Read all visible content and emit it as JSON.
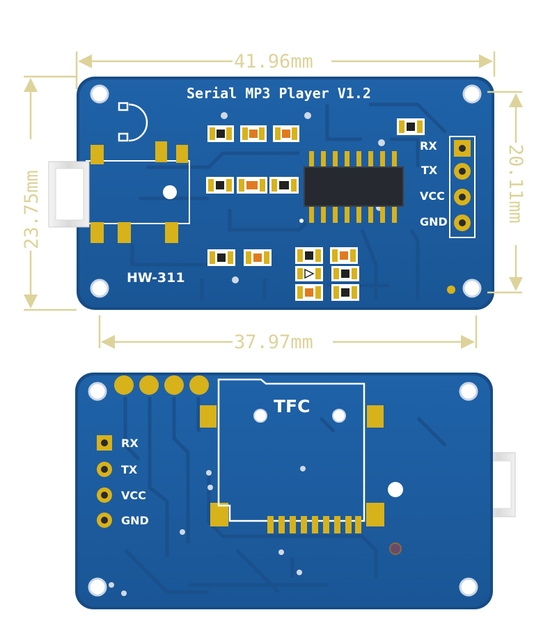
{
  "dimensions": {
    "top_width": "41.96mm",
    "bottom_width": "37.97mm",
    "left_height": "23.75mm",
    "right_height": "20.11mm"
  },
  "front": {
    "title": "Serial MP3 Player V1.2",
    "model": "HW-311",
    "pins": [
      "RX",
      "TX",
      "VCC",
      "GND"
    ]
  },
  "back": {
    "slot_label": "TFC",
    "pins": [
      "RX",
      "TX",
      "VCC",
      "GND"
    ]
  },
  "colors": {
    "pcb": "#1d5a9c",
    "pcb_edge": "#164c86",
    "gold": "#d8b21a",
    "dimension": "#ddd39a",
    "silkscreen": "#ffffff"
  }
}
